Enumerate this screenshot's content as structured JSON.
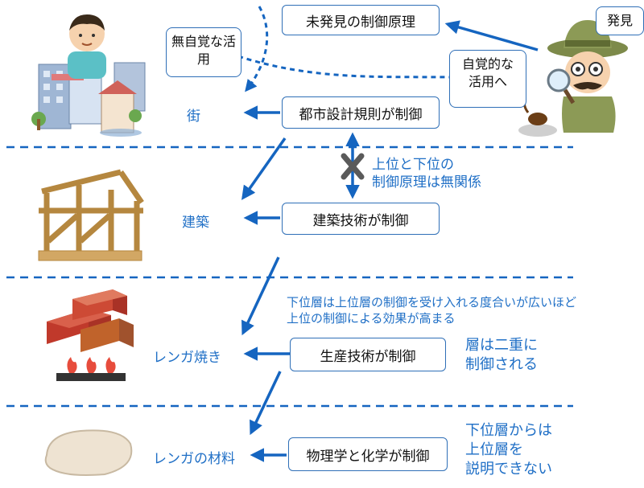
{
  "layers": {
    "town": "街",
    "architecture": "建築",
    "brick_firing": "レンガ焼き",
    "brick_material": "レンガの材料"
  },
  "boxes": {
    "undiscovered": "未発見の制御原理",
    "urban_rules": "都市設計規則が制御",
    "building_tech": "建築技術が制御",
    "production_tech": "生産技術が制御",
    "physics_chem": "物理学と化学が制御"
  },
  "callouts": {
    "unconscious": [
      "無自覚な活",
      "用"
    ],
    "conscious": [
      "自覚的な",
      "活用へ"
    ],
    "discover": "発見"
  },
  "notes": {
    "unrelated": [
      "上位と下位の",
      "制御原理は無関係"
    ],
    "lower_accepts": [
      "下位層は上位層の制御を受け入れる度合いが広いほど",
      "上位の制御による効果が高まる"
    ],
    "dual_control": [
      "層は二重に",
      "制御される"
    ],
    "cannot_explain": [
      "下位層からは",
      "上位層を",
      "説明できない"
    ]
  },
  "colors": {
    "accent": "#1f6fc6",
    "line": "#1565c0",
    "cross": "#5a5a5a"
  },
  "icons": [
    "town-illustration",
    "man-illustration",
    "explorer-illustration",
    "beetle-illustration",
    "house-frame-illustration",
    "brick-illustration",
    "gas-flame-illustration",
    "clay-bag-illustration"
  ]
}
